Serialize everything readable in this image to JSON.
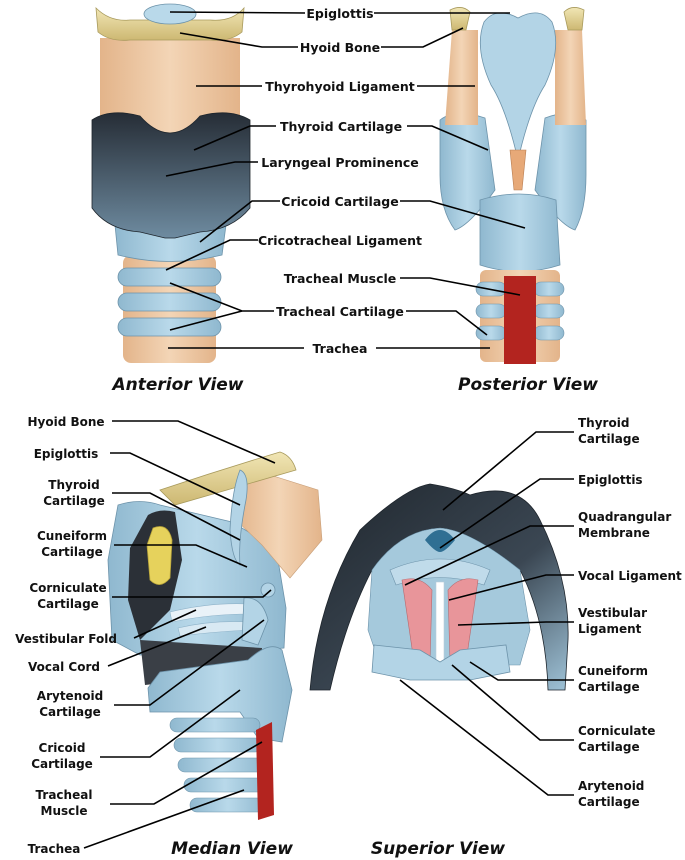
{
  "colors": {
    "cartilage_blue": "#a9cfe3",
    "cartilage_dark": "#2f3a46",
    "ligament_tan": "#efc9a4",
    "bone_yellow": "#e6d79a",
    "muscle_red": "#b3241f",
    "fold_pink": "#e8959a"
  },
  "anterior": {
    "title": "Anterior View",
    "labels": {
      "epiglottis": "Epiglottis",
      "hyoid": "Hyoid Bone",
      "thyrohyoid": "Thyrohyoid Ligament",
      "thyroid": "Thyroid Cartilage",
      "prominence": "Laryngeal Prominence",
      "cricoid": "Cricoid Cartilage",
      "cricotracheal": "Cricotracheal Ligament",
      "tracheal_muscle": "Tracheal Muscle",
      "tracheal_cartilage": "Tracheal Cartilage",
      "trachea": "Trachea"
    }
  },
  "posterior": {
    "title": "Posterior View"
  },
  "median": {
    "title": "Median View",
    "labels": {
      "hyoid": "Hyoid Bone",
      "epiglottis": "Epiglottis",
      "thyroid_1": "Thyroid",
      "thyroid_2": "Cartilage",
      "cuneiform_1": "Cuneiform",
      "cuneiform_2": "Cartilage",
      "corniculate_1": "Corniculate",
      "corniculate_2": "Cartilage",
      "vestibular_fold": "Vestibular Fold",
      "vocal_cord": "Vocal Cord",
      "arytenoid_1": "Arytenoid",
      "arytenoid_2": "Cartilage",
      "cricoid_1": "Cricoid",
      "cricoid_2": "Cartilage",
      "tracheal_1": "Tracheal",
      "tracheal_2": "Muscle",
      "trachea": "Trachea"
    }
  },
  "superior": {
    "title": "Superior View",
    "labels": {
      "thyroid_1": "Thyroid",
      "thyroid_2": "Cartilage",
      "epiglottis": "Epiglottis",
      "quadrangular_1": "Quadrangular",
      "quadrangular_2": "Membrane",
      "vocal_ligament": "Vocal Ligament",
      "vestibular_1": "Vestibular",
      "vestibular_2": "Ligament",
      "cuneiform_1": "Cuneiform",
      "cuneiform_2": "Cartilage",
      "corniculate_1": "Corniculate",
      "corniculate_2": "Cartilage",
      "arytenoid_1": "Arytenoid",
      "arytenoid_2": "Cartilage"
    }
  }
}
